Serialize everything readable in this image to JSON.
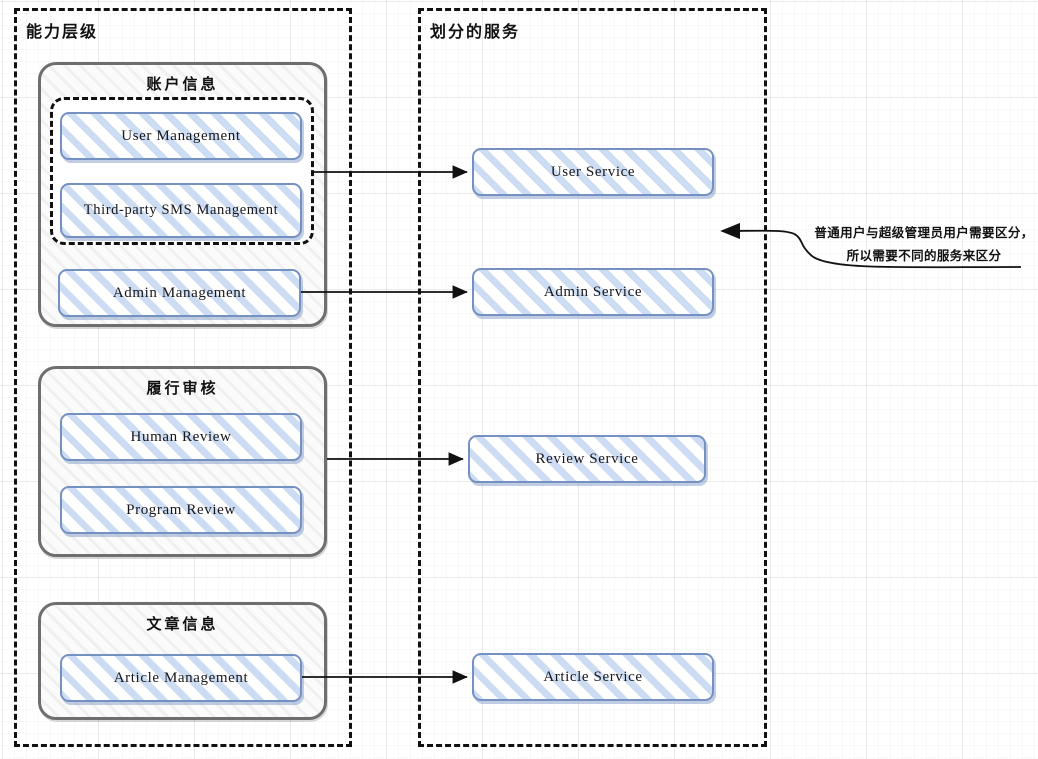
{
  "lanes": [
    {
      "title": "能力层级"
    },
    {
      "title": "划分的服务"
    }
  ],
  "groups": [
    {
      "title": "账户信息",
      "subgroup_label": "grouped-user-capabilities",
      "items": [
        {
          "label": "User  Management"
        },
        {
          "label": "Third-party SMS Management"
        },
        {
          "label": "Admin  Management"
        }
      ]
    },
    {
      "title": "履行审核",
      "items": [
        {
          "label": "Human Review"
        },
        {
          "label": "Program Review"
        }
      ]
    },
    {
      "title": "文章信息",
      "items": [
        {
          "label": "Article  Management"
        }
      ]
    }
  ],
  "services": [
    {
      "label": "User  Service"
    },
    {
      "label": "Admin  Service"
    },
    {
      "label": "Review  Service"
    },
    {
      "label": "Article  Service"
    }
  ],
  "annotation": {
    "text": "普通用户与超级管理员用户需要区分，所以需要不同的服务来区分"
  },
  "colors": {
    "box_border_blue": "#7491c2",
    "box_hatch_blue": "#ccdcf2",
    "group_border_gray": "#6e6e6e",
    "lane_dash_black": "#111111",
    "arrow_black": "#111111"
  }
}
